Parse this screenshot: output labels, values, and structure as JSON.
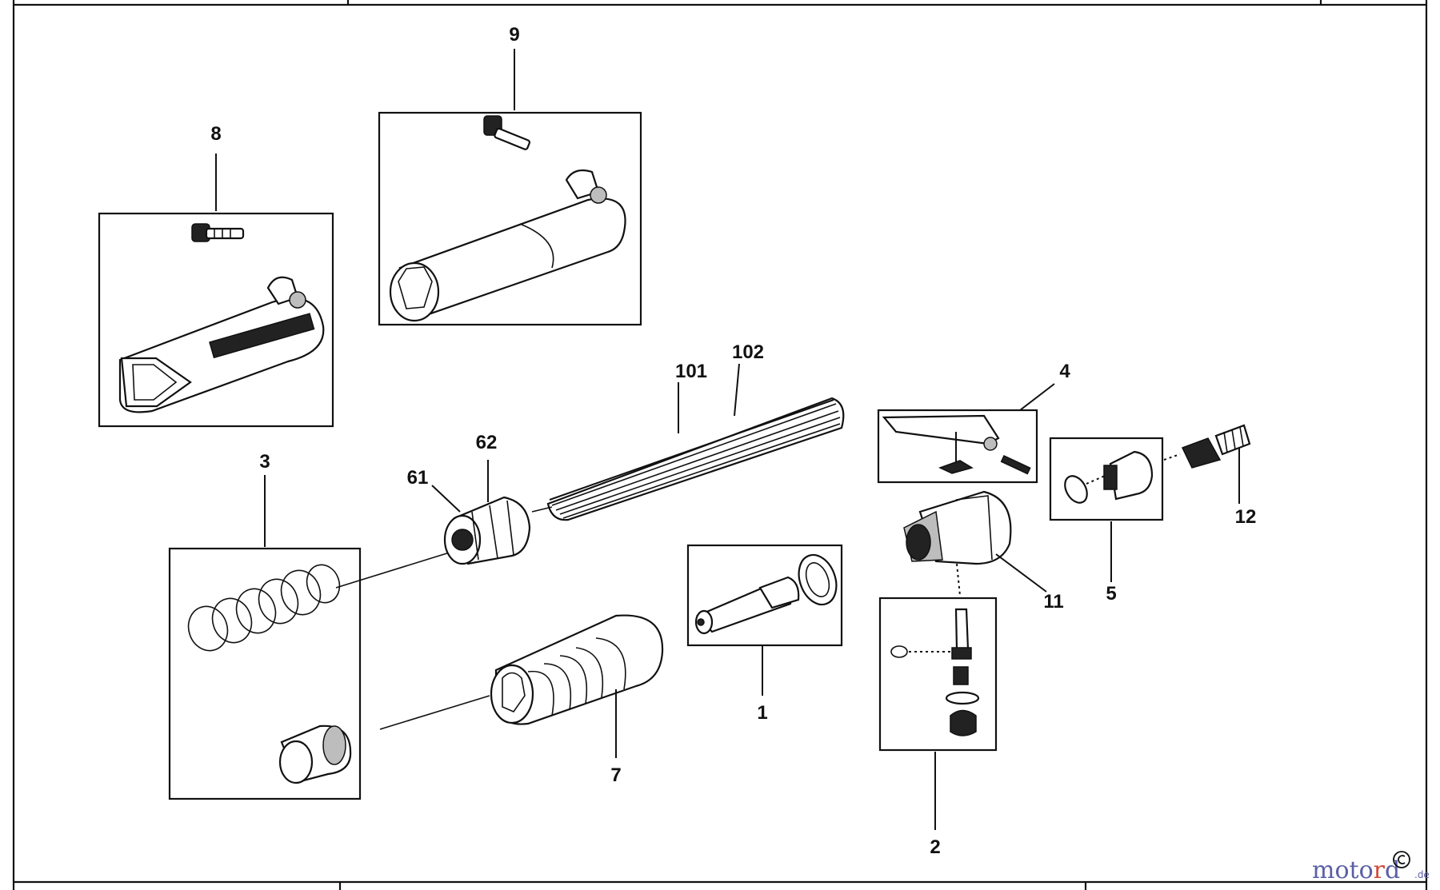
{
  "labels": {
    "l1": "1",
    "l2": "2",
    "l3": "3",
    "l4": "4",
    "l5": "5",
    "l7": "7",
    "l8": "8",
    "l9": "9",
    "l11": "11",
    "l12": "12",
    "l61": "61",
    "l62": "62",
    "l101": "101",
    "l102": "102"
  },
  "watermark": {
    "part_a": "moto",
    "part_b": "r",
    "part_c": "d",
    "suffix": ".de"
  }
}
